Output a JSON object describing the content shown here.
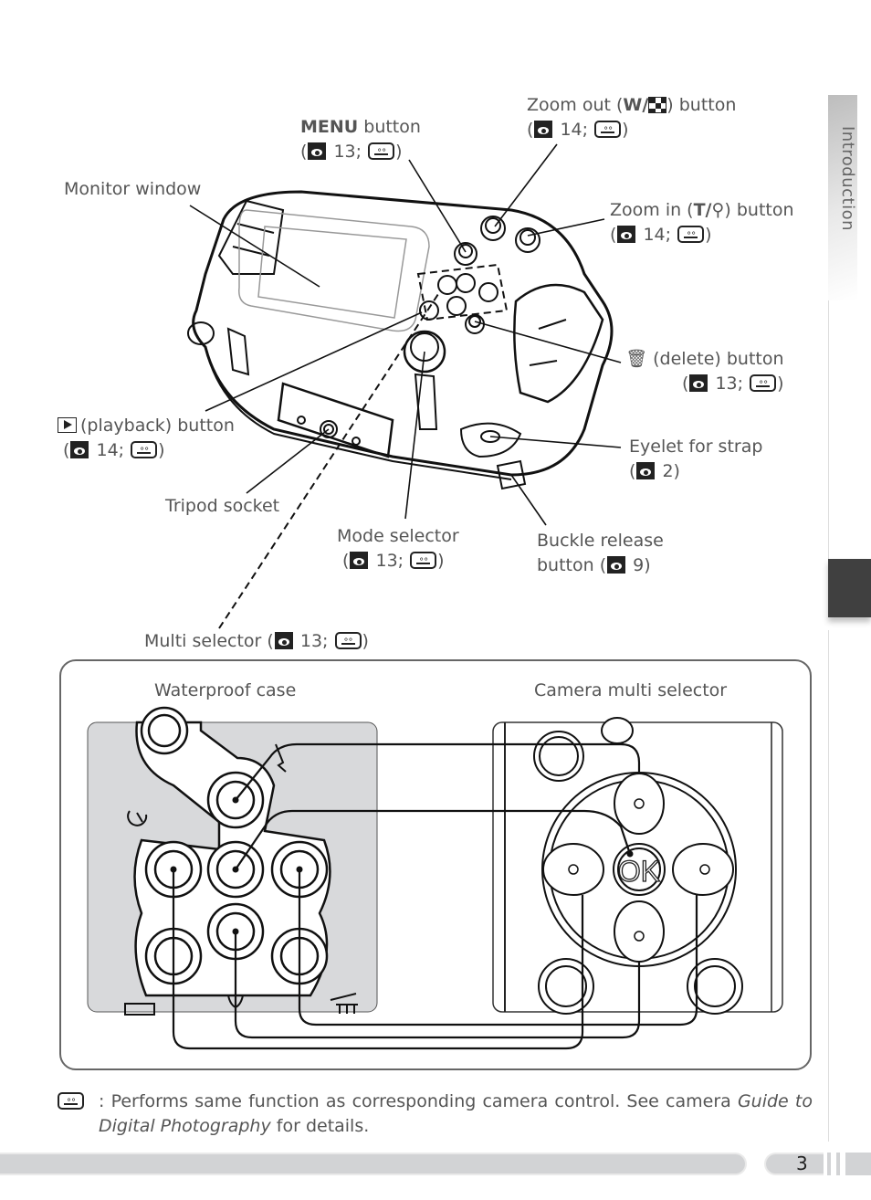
{
  "side_tab": {
    "label": "Introduction"
  },
  "page_number": "3",
  "callouts": {
    "zoom_out": {
      "line1_pre": "Zoom out (",
      "line1_key": "W/",
      "line1_post": ") button",
      "ref_page": "14;"
    },
    "menu": {
      "key": "MENU",
      "line1_post": " button",
      "ref_page": "13;"
    },
    "monitor_window": {
      "label": "Monitor window"
    },
    "zoom_in": {
      "line1_pre": "Zoom in (",
      "line1_key": "T/",
      "line1_icon": "magnifier-icon",
      "line1_post": ") button",
      "ref_page": "14;"
    },
    "delete": {
      "line1": "(delete) button",
      "ref_page": "13;"
    },
    "playback": {
      "line1": "(playback) button",
      "ref_page": "14;"
    },
    "eyelet": {
      "label": "Eyelet for strap",
      "ref_page": "2)"
    },
    "tripod": {
      "label": "Tripod socket"
    },
    "mode_selector": {
      "label": "Mode selector",
      "ref_page": "13;"
    },
    "buckle": {
      "line1": "Buckle release",
      "line2_pre": "button (",
      "ref_page": "9)"
    },
    "multi_selector": {
      "label_pre": "Multi selector (",
      "ref_page": "13;"
    }
  },
  "comparison": {
    "left_title": "Waterproof case",
    "right_title": "Camera multi selector",
    "ok_label": "OK"
  },
  "footnote": {
    "text_main": ": Performs same function as corresponding camera control.  See camera ",
    "text_italic": "Guide to Digital Photography",
    "text_end": " for details."
  },
  "icons": {
    "eye": "eye-reference-icon",
    "camera_manual": "camera-manual-icon",
    "playback": "playback-icon",
    "delete": "trash-icon",
    "thumbnail": "thumbnail-checker-icon"
  }
}
